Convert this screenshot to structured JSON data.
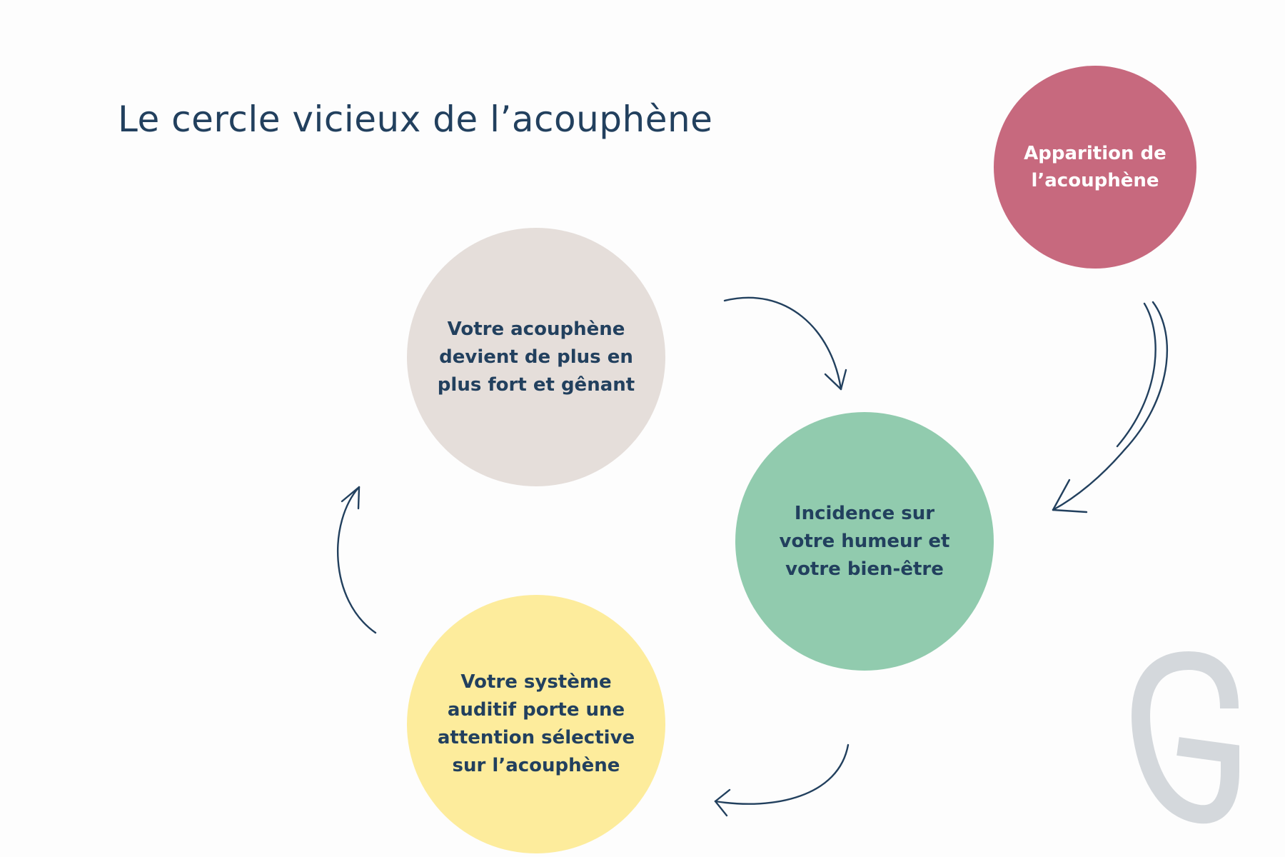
{
  "title": "Le cercle vicieux de l’acouphène",
  "nodes": [
    {
      "id": "onset",
      "label": "Apparition de\nl’acouphène",
      "color": "#c7697e",
      "text_color": "#ffffff"
    },
    {
      "id": "louder",
      "label": "Votre acouphène\ndevient de plus en\nplus fort et gênant",
      "color": "#e5deda",
      "text_color": "#22405e"
    },
    {
      "id": "mood",
      "label": "Incidence sur\nvotre humeur et\nvotre bien-être",
      "color": "#91cbae",
      "text_color": "#22405e"
    },
    {
      "id": "attention",
      "label": "Votre système\nauditif porte une\nattention sélective\nsur l’acouphène",
      "color": "#fdec9c",
      "text_color": "#22405e"
    }
  ],
  "edges": [
    {
      "from": "onset",
      "to": "mood"
    },
    {
      "from": "louder",
      "to": "mood"
    },
    {
      "from": "mood",
      "to": "attention"
    },
    {
      "from": "attention",
      "to": "louder"
    }
  ],
  "arrow_color": "#22405e",
  "logo": {
    "letter": "G",
    "color": "#d4d8dc"
  }
}
